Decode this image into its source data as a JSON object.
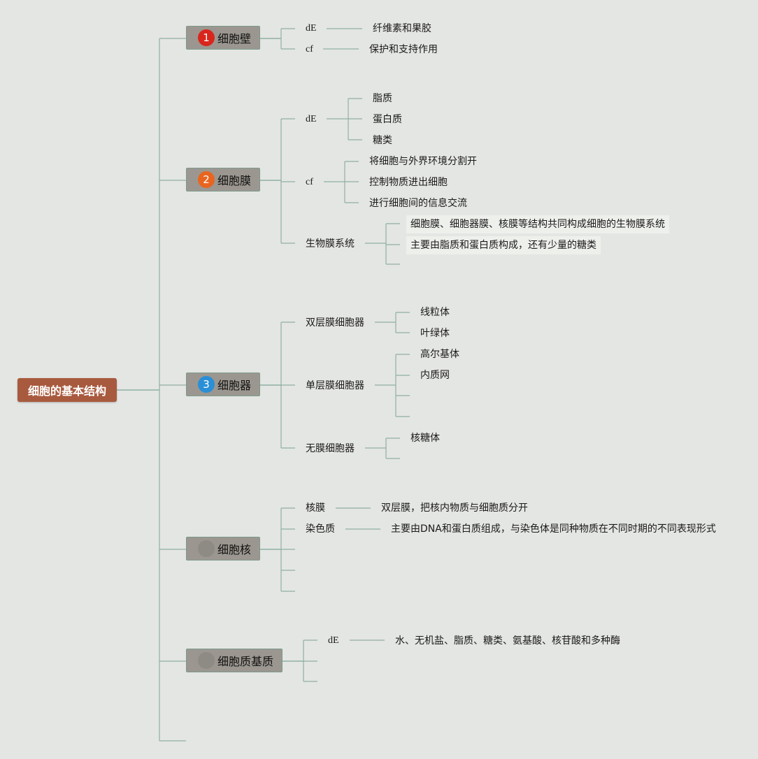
{
  "root": {
    "label": "细胞的基本结构"
  },
  "colors": {
    "line": "#8fb0a2",
    "root": "#a85a3e",
    "branch": "#9b9790"
  },
  "branches": [
    {
      "id": 1,
      "label": "细胞壁",
      "badge": "1",
      "badge_color": "#d9261c"
    },
    {
      "id": 2,
      "label": "细胞膜",
      "badge": "2",
      "badge_color": "#e8651f"
    },
    {
      "id": 3,
      "label": "细胞器",
      "badge": "3",
      "badge_color": "#2a8fd6"
    },
    {
      "id": 4,
      "label": "细胞核",
      "badge": "",
      "badge_color": "#8e8a84"
    },
    {
      "id": 5,
      "label": "细胞质基质",
      "badge": "",
      "badge_color": "#8e8a84"
    }
  ],
  "b1": {
    "de": {
      "key": "dE",
      "value": "纤维素和果胶"
    },
    "cf": {
      "key": "cf",
      "value": "保护和支持作用"
    }
  },
  "b2": {
    "de": {
      "key": "dE",
      "items": [
        "脂质",
        "蛋白质",
        "糖类"
      ]
    },
    "cf": {
      "key": "cf",
      "items": [
        "将细胞与外界环境分割开",
        "控制物质进出细胞",
        "进行细胞间的信息交流"
      ]
    },
    "sys": {
      "key": "生物膜系统",
      "items": [
        "细胞膜、细胞器膜、核膜等结构共同构成细胞的生物膜系统",
        "主要由脂质和蛋白质构成，还有少量的糖类"
      ]
    }
  },
  "b3": {
    "double": {
      "key": "双层膜细胞器",
      "items": [
        "线粒体",
        "叶绿体"
      ]
    },
    "single": {
      "key": "单层膜细胞器",
      "items": [
        "高尔基体",
        "内质网"
      ]
    },
    "none": {
      "key": "无膜细胞器",
      "items": [
        "核糖体"
      ]
    }
  },
  "b4": {
    "membrane": {
      "key": "核膜",
      "value": "双层膜，把核内物质与细胞质分开"
    },
    "chromatin": {
      "key": "染色质",
      "value": "主要由DNA和蛋白质组成，与染色体是同种物质在不同时期的不同表现形式"
    }
  },
  "b5": {
    "de": {
      "key": "dE",
      "value": "水、无机盐、脂质、糖类、氨基酸、核苷酸和多种酶"
    }
  }
}
